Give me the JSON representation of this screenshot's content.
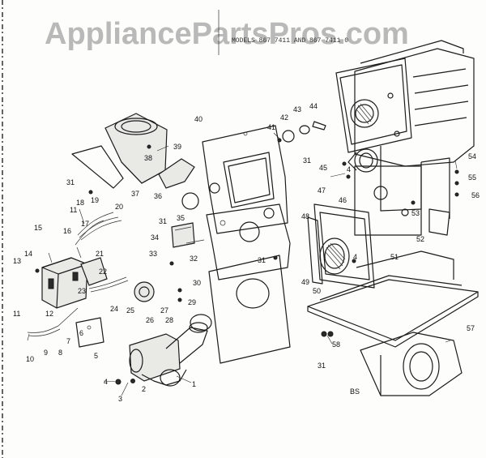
{
  "watermark": "AppliancePartsPros.com",
  "header_fragment": "MODELS 867 7411 AND 867 7411 0",
  "footnote": "BS",
  "callouts": [
    "1",
    "2",
    "3",
    "4",
    "4",
    "4",
    "5",
    "6",
    "7",
    "8",
    "9",
    "10",
    "11",
    "11",
    "12",
    "13",
    "14",
    "15",
    "16",
    "17",
    "18",
    "19",
    "20",
    "21",
    "22",
    "23",
    "24",
    "25",
    "26",
    "27",
    "28",
    "29",
    "30",
    "31",
    "31",
    "31",
    "31",
    "31",
    "32",
    "33",
    "34",
    "35",
    "36",
    "37",
    "38",
    "39",
    "40",
    "41",
    "42",
    "43",
    "44",
    "45",
    "46",
    "47",
    "48",
    "49",
    "50",
    "51",
    "52",
    "53",
    "54",
    "55",
    "56",
    "57",
    "58"
  ]
}
